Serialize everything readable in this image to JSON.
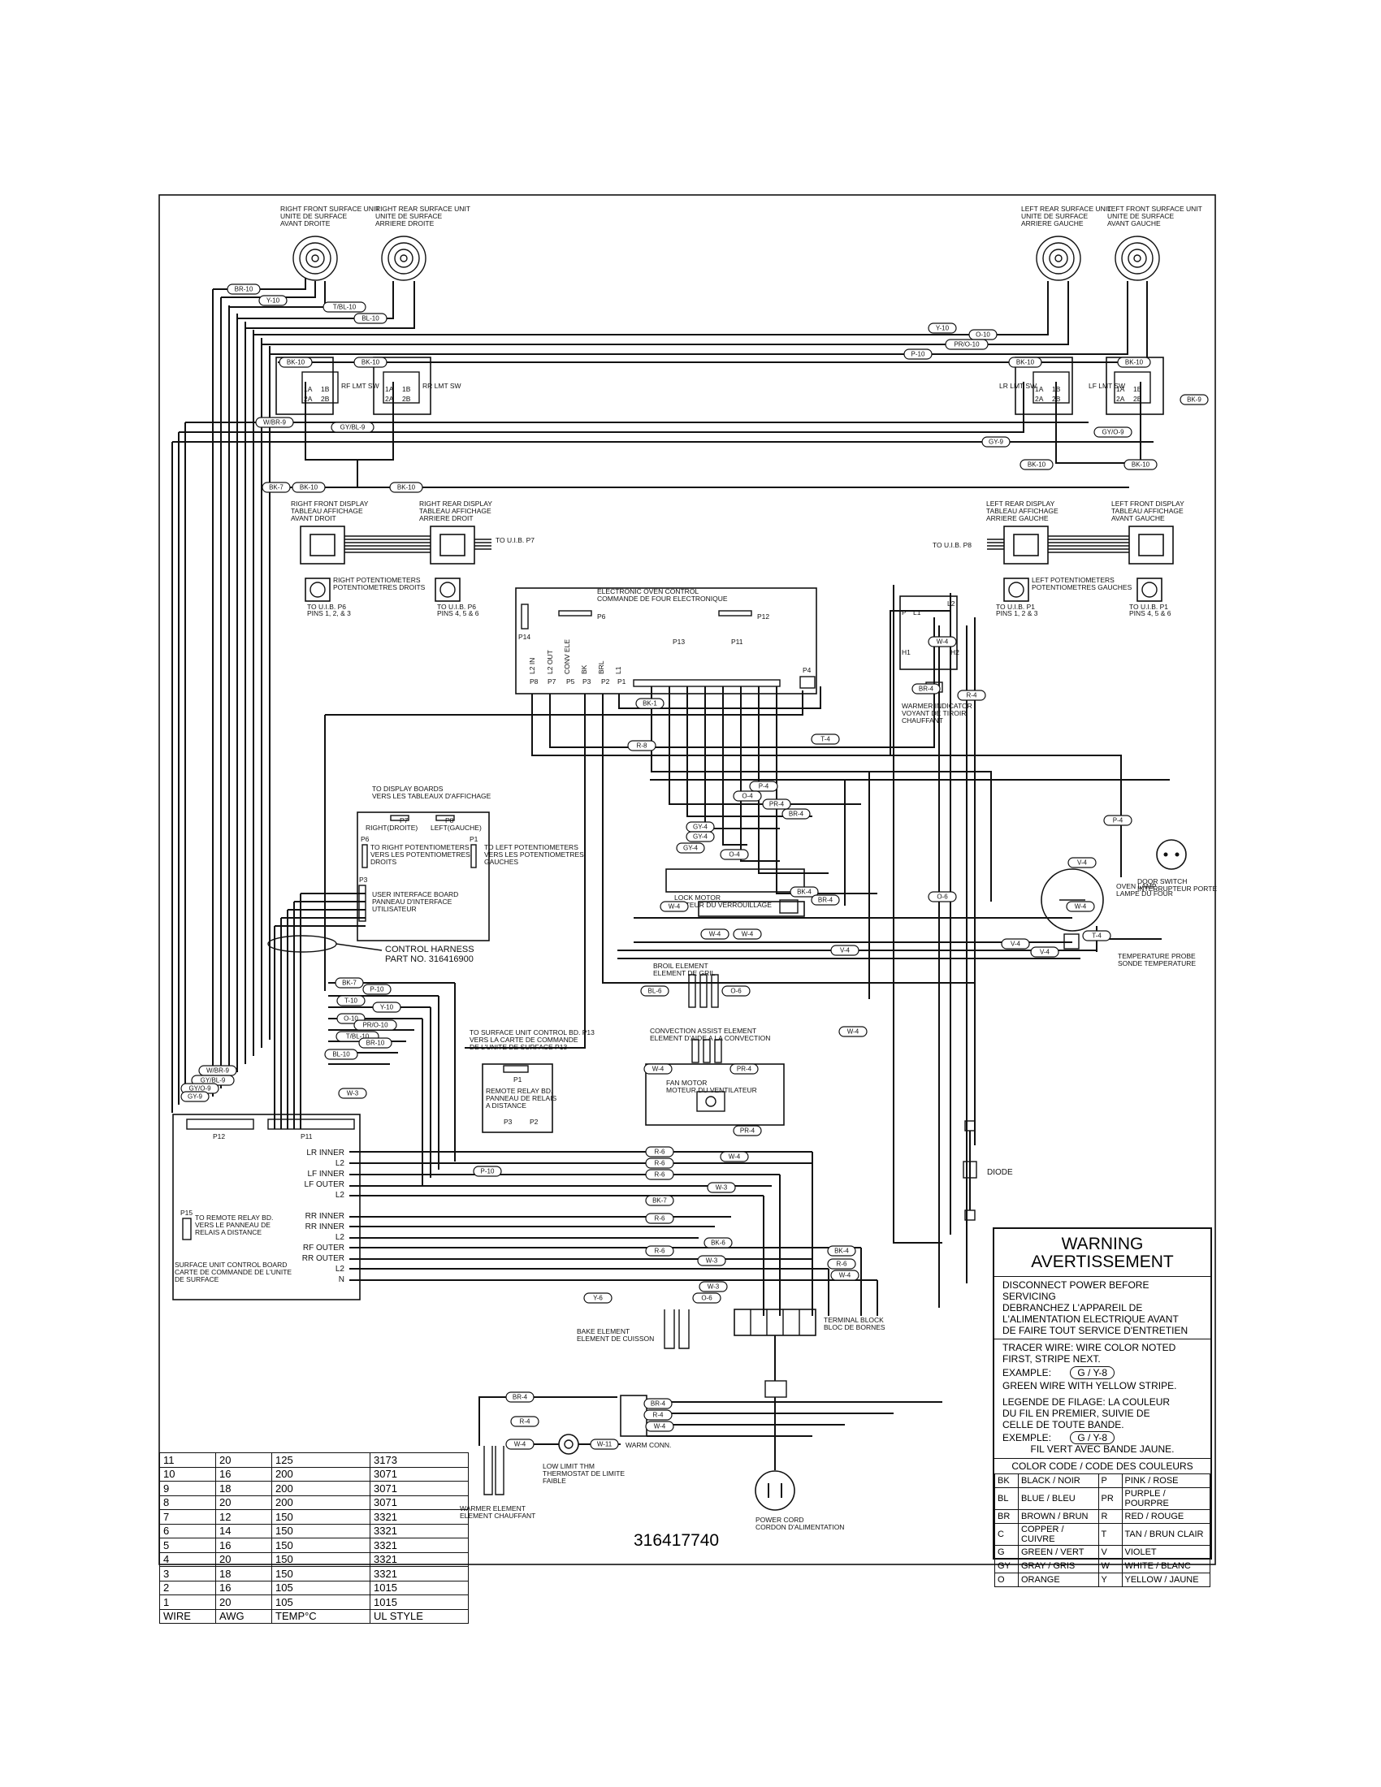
{
  "surface_units": {
    "right_front": [
      "RIGHT FRONT SURFACE UNIT",
      "UNITE DE SURFACE",
      "AVANT DROITE"
    ],
    "right_rear": [
      "RIGHT REAR SURFACE UNIT",
      "UNITE DE SURFACE",
      "ARRIERE DROITE"
    ],
    "left_rear": [
      "LEFT REAR SURFACE UNIT",
      "UNITE DE SURFACE",
      "ARRIERE GAUCHE"
    ],
    "left_front": [
      "LEFT FRONT SURFACE UNIT",
      "UNITE DE SURFACE",
      "AVANT GAUCHE"
    ]
  },
  "limit_switches": {
    "rf": "RF LMT SW",
    "rr": "RR LMT SW",
    "lr": "LR LMT SW",
    "lf": "LF LMT SW",
    "terminals": [
      "1A",
      "1B",
      "2A",
      "2B"
    ]
  },
  "displays": {
    "right_front": [
      "RIGHT FRONT DISPLAY",
      "TABLEAU AFFICHAGE",
      "AVANT DROIT"
    ],
    "right_rear": [
      "RIGHT REAR DISPLAY",
      "TABLEAU AFFICHAGE",
      "ARRIERE DROIT"
    ],
    "left_rear": [
      "LEFT REAR DISPLAY",
      "TABLEAU AFFICHAGE",
      "ARRIERE GAUCHE"
    ],
    "left_front": [
      "LEFT FRONT DISPLAY",
      "TABLEAU AFFICHAGE",
      "AVANT GAUCHE"
    ],
    "to_uib_p7": "TO U.I.B. P7",
    "to_uib_p8": "TO U.I.B. P8"
  },
  "potentiometers": {
    "right": [
      "RIGHT POTENTIOMETERS",
      "POTENTIOMETRES DROITS"
    ],
    "left": [
      "LEFT POTENTIOMETERS",
      "POTENTIOMETRES GAUCHES"
    ],
    "pins_123_right": [
      "TO U.I.B. P6",
      "PINS 1, 2, & 3"
    ],
    "pins_456_right": [
      "TO U.I.B. P6",
      "PINS 4, 5 & 6"
    ],
    "pins_123_left": [
      "TO U.I.B. P1",
      "PINS 1, 2 & 3"
    ],
    "pins_456_left": [
      "TO U.I.B. P1",
      "PINS 4, 5 & 6"
    ]
  },
  "eoc": {
    "title": [
      "ELECTRONIC OVEN CONTROL",
      "COMMANDE DE FOUR ELECTRONIQUE"
    ],
    "p6": "P6",
    "p12": "P12",
    "p14": "P14",
    "p13": "P13",
    "p11": "P11",
    "p4": "P4",
    "pins": [
      "L2 IN",
      "L2 OUT",
      "CONV ELE",
      "BK",
      "BRL",
      "L1"
    ],
    "pin_labels": [
      "P8",
      "P7",
      "P5",
      "P3",
      "P2",
      "P1"
    ]
  },
  "warmer": {
    "terminals": [
      "P",
      "L1",
      "L2",
      "H1",
      "H2"
    ],
    "indicator": [
      "WARMER INDICATOR",
      "VOYANT DE TIROIR",
      "CHAUFFANT"
    ],
    "element": [
      "WARMER ELEMENT",
      "ELEMENT CHAUFFANT"
    ],
    "thermostat": [
      "LOW LIMIT THM",
      "THERMOSTAT DE LIMITE",
      "FAIBLE"
    ],
    "conn": "WARM CONN."
  },
  "uib": {
    "to_display": [
      "TO DISPLAY BOARDS",
      "VERS LES TABLEAUX D'AFFICHAGE"
    ],
    "p7": "P7",
    "p8": "P8",
    "right": "RIGHT(DROITE)",
    "left": "LEFT(GAUCHE)",
    "p6": "P6",
    "p1": "P1",
    "p3": "P3",
    "to_right_pots": [
      "TO RIGHT POTENTIOMETERS",
      "VERS LES POTENTIOMETRES",
      "DROITS"
    ],
    "to_left_pots": [
      "TO LEFT POTENTIOMETERS",
      "VERS LES POTENTIOMETRES",
      "GAUCHES"
    ],
    "name": [
      "USER INTERFACE BOARD",
      "PANNEAU D'INTERFACE",
      "UTILISATEUR"
    ]
  },
  "harness": [
    "CONTROL HARNESS",
    "PART NO. 316416900"
  ],
  "door": {
    "lock_motor": [
      "LOCK MOTOR",
      "MOTEUR DU VERROUILLAGE"
    ],
    "door_switch": [
      "DOOR SWITCH",
      "INTERRUPTEUR PORTE"
    ],
    "oven_lamp": [
      "OVEN LAMP",
      "LAMPE DU FOUR"
    ],
    "probe": [
      "TEMPERATURE PROBE",
      "SONDE TEMPERATURE"
    ]
  },
  "elements": {
    "broil": [
      "BROIL ELEMENT",
      "ELEMENT DE GRIL"
    ],
    "convection": [
      "CONVECTION ASSIST ELEMENT",
      "ELEMENT D'AIDE A LA CONVECTION"
    ],
    "fan": [
      "FAN MOTOR",
      "MOTEUR DU VENTILATEUR"
    ],
    "bake": [
      "BAKE ELEMENT",
      "ELEMENT DE CUISSON"
    ]
  },
  "relay": {
    "to_surface": [
      "TO SURFACE UNIT CONTROL BD. P13",
      "VERS LA CARTE DE COMMANDE",
      "DE L'UNITE DE SURFACE P13"
    ],
    "p1": "P1",
    "p2": "P2",
    "p3": "P3",
    "name": [
      "REMOTE RELAY BD.",
      "PANNEAU DE RELAIS",
      "A DISTANCE"
    ]
  },
  "surface_board": {
    "p12": "P12",
    "p11": "P11",
    "p15": "P15",
    "to_relay": [
      "TO REMOTE RELAY BD.",
      "VERS LE PANNEAU DE",
      "RELAIS A DISTANCE"
    ],
    "terms": [
      "LR INNER",
      "L2",
      "LF INNER",
      "LF OUTER",
      "L2",
      "RR INNER",
      "RR INNER",
      "L2",
      "RF OUTER",
      "RR OUTER",
      "L2",
      "N"
    ],
    "name": [
      "SURFACE UNIT CONTROL BOARD",
      "CARTE DE COMMANDE DE L'UNITE",
      "DE SURFACE"
    ]
  },
  "terminal_block": [
    "TERMINAL BLOCK",
    "BLOC DE BORNES"
  ],
  "power_cord": [
    "POWER CORD",
    "CORDON D'ALIMENTATION"
  ],
  "diode": "DIODE",
  "warning": {
    "title": [
      "WARNING",
      "AVERTISSEMENT"
    ],
    "lines": [
      "DISCONNECT POWER BEFORE SERVICING",
      "DEBRANCHEZ L'APPAREIL DE",
      "L'ALIMENTATION ELECTRIQUE AVANT",
      "DE FAIRE TOUT SERVICE D'ENTRETIEN"
    ],
    "tracer": [
      "TRACER WIRE: WIRE COLOR NOTED",
      "FIRST, STRIPE NEXT."
    ],
    "example": "EXAMPLE:",
    "example_code": "G / Y-8",
    "example_desc": "GREEN WIRE WITH YELLOW STRIPE.",
    "legende": [
      "LEGENDE DE FILAGE: LA COULEUR",
      "DU FIL EN PREMIER, SUIVIE DE",
      "CELLE DE TOUTE BANDE."
    ],
    "exemple": "EXEMPLE:",
    "exemple_code": "G / Y-8",
    "exemple_desc": "FIL VERT AVEC BANDE JAUNE.",
    "legend_title": "COLOR CODE / CODE DES COULEURS",
    "legend": [
      [
        "BK",
        "BLACK / NOIR",
        "P",
        "PINK / ROSE"
      ],
      [
        "BL",
        "BLUE / BLEU",
        "PR",
        "PURPLE / POURPRE"
      ],
      [
        "BR",
        "BROWN / BRUN",
        "R",
        "RED / ROUGE"
      ],
      [
        "C",
        "COPPER / CUIVRE",
        "T",
        "TAN / BRUN CLAIR"
      ],
      [
        "G",
        "GREEN / VERT",
        "V",
        "VIOLET"
      ],
      [
        "GY",
        "GRAY / GRIS",
        "W",
        "WHITE / BLANC"
      ],
      [
        "O",
        "ORANGE",
        "Y",
        "YELLOW / JAUNE"
      ]
    ]
  },
  "wire_table": {
    "rows": [
      [
        "11",
        "20",
        "125",
        "3173"
      ],
      [
        "10",
        "16",
        "200",
        "3071"
      ],
      [
        "9",
        "18",
        "200",
        "3071"
      ],
      [
        "8",
        "20",
        "200",
        "3071"
      ],
      [
        "7",
        "12",
        "150",
        "3321"
      ],
      [
        "6",
        "14",
        "150",
        "3321"
      ],
      [
        "5",
        "16",
        "150",
        "3321"
      ],
      [
        "4",
        "20",
        "150",
        "3321"
      ],
      [
        "3",
        "18",
        "150",
        "3321"
      ],
      [
        "2",
        "16",
        "105",
        "1015"
      ],
      [
        "1",
        "20",
        "105",
        "1015"
      ]
    ],
    "header": [
      "WIRE",
      "AWG",
      "TEMP°C",
      "UL STYLE"
    ]
  },
  "part_number": "316417740",
  "wire_tags": {
    "top": [
      "BR-10",
      "Y-10",
      "T/BL-10",
      "BL-10",
      "Y-10",
      "O-10",
      "PR/O-10",
      "P-10",
      "BK-10",
      "BK-10",
      "BK-10",
      "BK-10",
      "BK-9",
      "W/BR-9",
      "GY/BL-9",
      "GY/O-9",
      "GY-9",
      "BK-10",
      "BK-10",
      "BK-10",
      "BK-10",
      "BK-7"
    ],
    "mid": [
      "BK-1",
      "R-8",
      "T-4",
      "W-4",
      "BR-4",
      "R-4",
      "P-4",
      "P-4",
      "O-4",
      "PR-4",
      "BR-4",
      "GY-4",
      "GY-4",
      "GY-4",
      "O-4",
      "BK-4",
      "BR-4",
      "W-4",
      "W-4",
      "W-4",
      "O-6",
      "W-4",
      "V-4",
      "V-4",
      "V-4",
      "V-4",
      "T-4",
      "W-4"
    ],
    "harness": [
      "BK-7",
      "P-10",
      "T-10",
      "Y-10",
      "O-10",
      "PR/O-10",
      "T/BL-10",
      "BR-10",
      "BL-10",
      "W/BR-9",
      "GY/BL-9",
      "GY/O-9",
      "GY-9",
      "W-3"
    ],
    "lower": [
      "BL-6",
      "O-6",
      "W-4",
      "PR-4",
      "PR-4",
      "W-4",
      "P-10",
      "R-6",
      "R-6",
      "R-6",
      "W-3",
      "BK-7",
      "R-6",
      "BK-6",
      "R-6",
      "W-3",
      "BK-4",
      "R-6",
      "W-4",
      "W-3",
      "Y-6",
      "O-6",
      "BR-4",
      "BR-4",
      "R-4",
      "R-4",
      "W-4",
      "W-11",
      "W-4"
    ]
  }
}
